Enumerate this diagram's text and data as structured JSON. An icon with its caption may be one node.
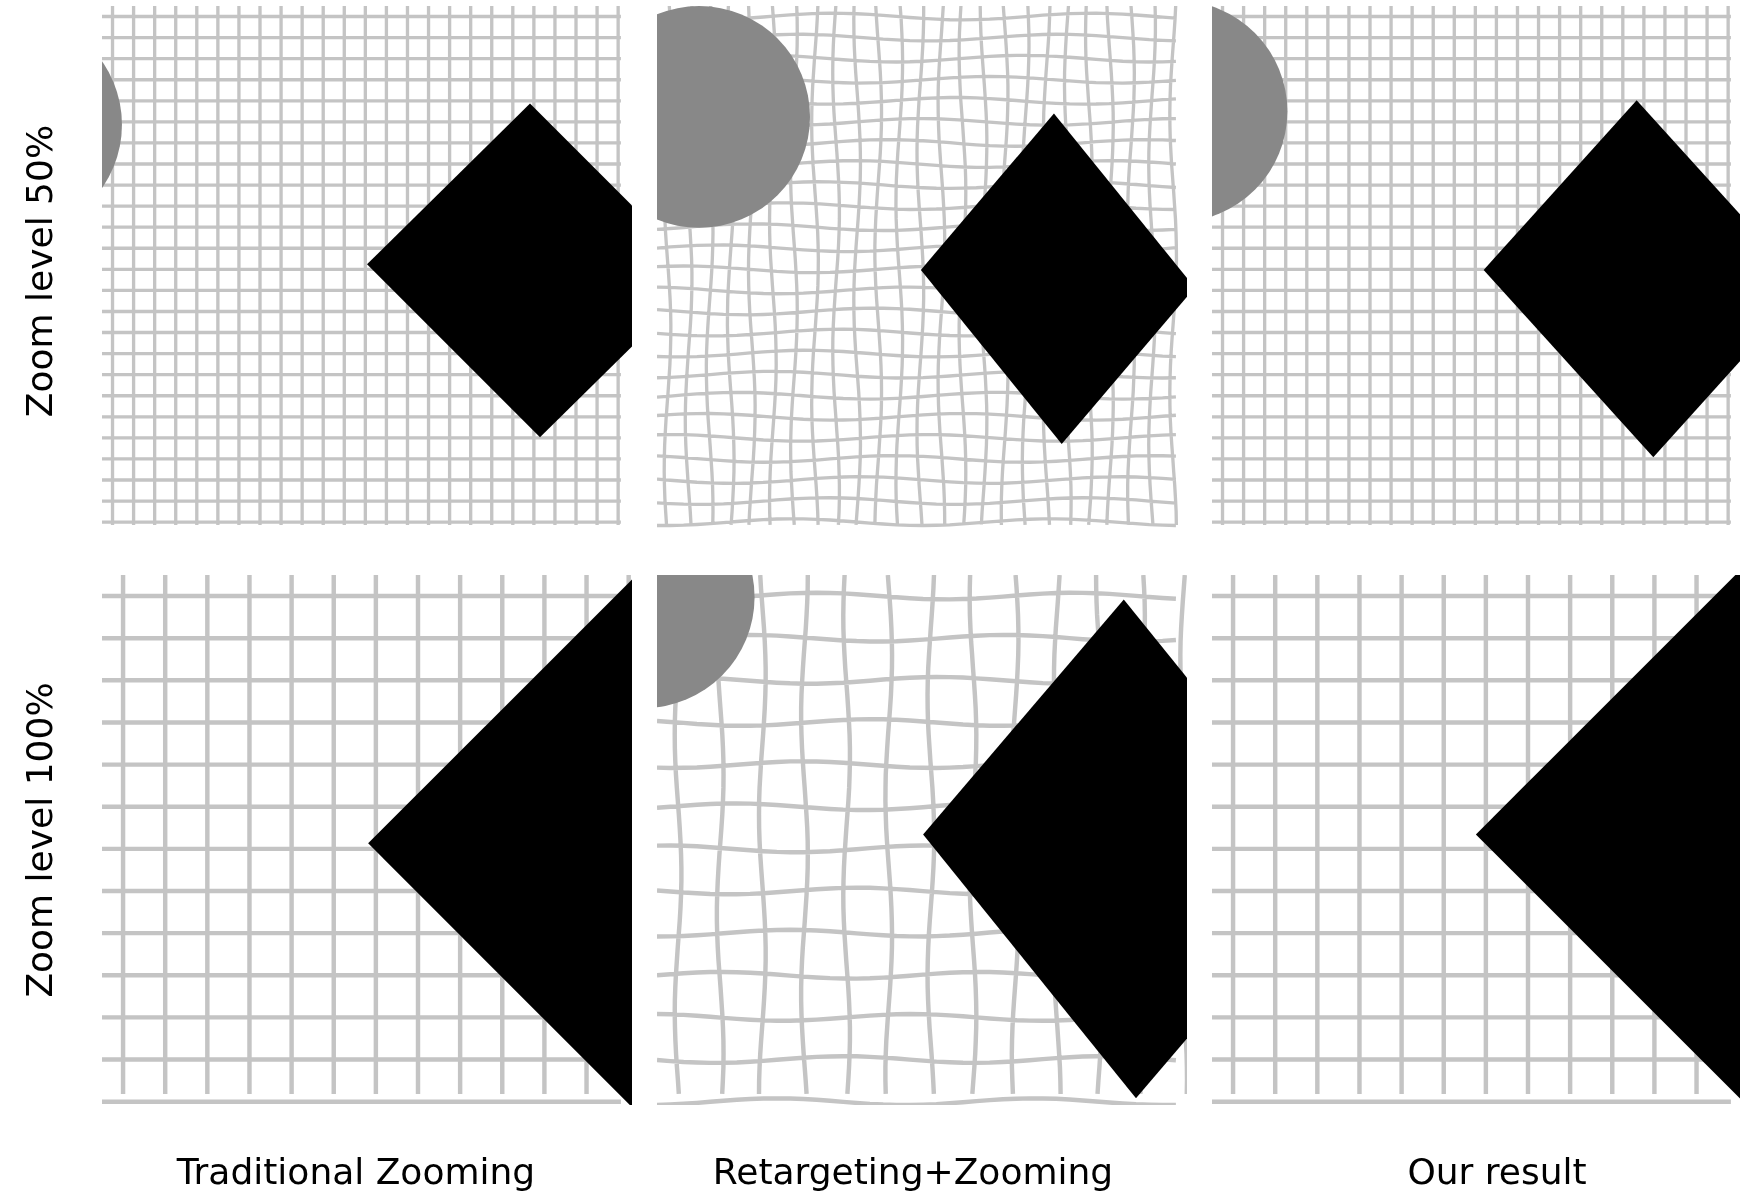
{
  "diagram": {
    "labels": [
      "Zoom level 50%",
      "Zoom level 100%",
      "Traditional Zooming",
      "Retargeting+Zooming",
      "Our result"
    ]
  }
}
